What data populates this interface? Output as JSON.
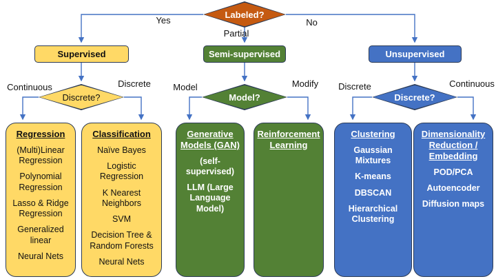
{
  "palette": {
    "orange": "#C55A11",
    "yellow": "#FFD966",
    "green": "#538135",
    "blue": "#4472C4",
    "connector": "#4472C4",
    "outline": "#2b3a55"
  },
  "root": {
    "label": "Labeled?",
    "yes": "Yes",
    "partial": "Partial",
    "no": "No"
  },
  "columns": [
    {
      "top_box": "Supervised",
      "diamond": "Discrete?",
      "left_label": "Continuous",
      "right_label": "Discrete",
      "left_box": {
        "title": "Regression",
        "items": [
          "(Multi)Linear Regression",
          "Polynomial Regression",
          "Lasso & Ridge Regression",
          "Generalized linear",
          "Neural Nets"
        ]
      },
      "right_box": {
        "title": "Classification",
        "items": [
          "Naïve Bayes",
          "Logistic Regression",
          "K Nearest Neighbors",
          "SVM",
          "Decision Tree & Random Forests",
          "Neural Nets"
        ]
      }
    },
    {
      "top_box": "Semi-supervised",
      "diamond": "Model?",
      "left_label": "Model",
      "right_label": "Modify",
      "left_box": {
        "title": "Generative Models (GAN)",
        "items": [
          "(self-supervised)",
          "LLM (Large Language Model)"
        ]
      },
      "right_box": {
        "title": "Reinforcement Learning",
        "items": []
      }
    },
    {
      "top_box": "Unsupervised",
      "diamond": "Discrete?",
      "left_label": "Discrete",
      "right_label": "Continuous",
      "left_box": {
        "title": "Clustering",
        "items": [
          "Gaussian Mixtures",
          "K-means",
          "DBSCAN",
          "Hierarchical Clustering"
        ]
      },
      "right_box": {
        "title": "Dimensionality Reduction / Embedding",
        "items": [
          "POD/PCA",
          "Autoencoder",
          "Diffusion maps"
        ]
      }
    }
  ]
}
